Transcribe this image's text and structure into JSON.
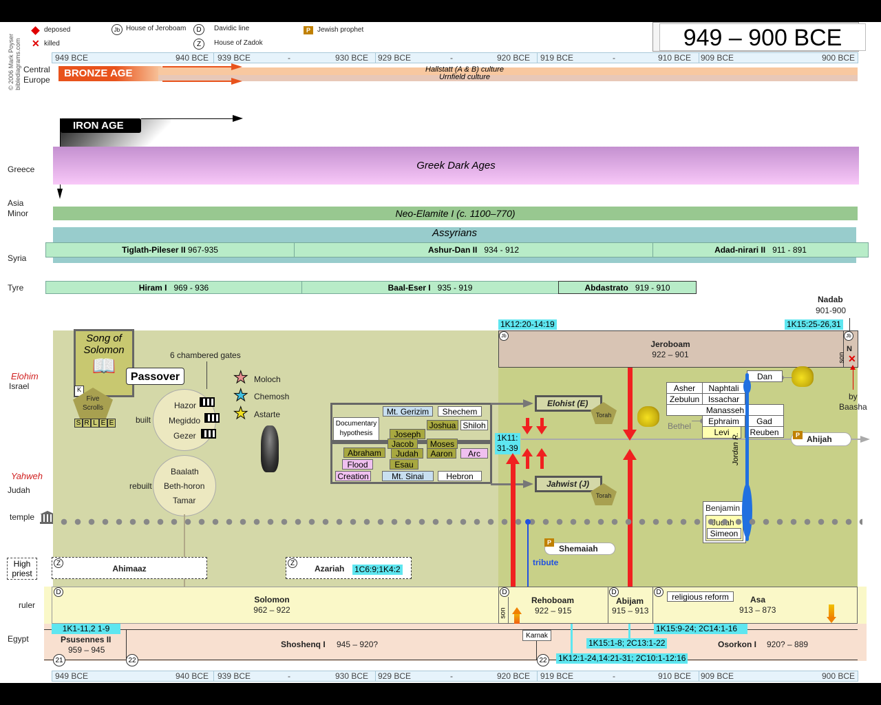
{
  "title": "949 – 900 BCE",
  "credit": {
    "line1": "© 2006 Mark Poyser",
    "line2": "biblediagrams.com"
  },
  "legend": {
    "deposed": "deposed",
    "killed": "killed",
    "jeroboam": "House of Jeroboam",
    "jeroboam_sym": "Jb",
    "davidic": "Davidic line",
    "davidic_sym": "D",
    "zadok": "House of Zadok",
    "zadok_sym": "Z",
    "prophet": "Jewish prophet",
    "prophet_sym": "P"
  },
  "scale": {
    "ticks": [
      "949 BCE",
      "940 BCE",
      "939 BCE",
      "930 BCE",
      "929 BCE",
      "920 BCE",
      "919 BCE",
      "910 BCE",
      "909 BCE",
      "900 BCE"
    ],
    "dashes": [
      "-",
      "-",
      "-",
      "-"
    ]
  },
  "rows": {
    "central_europe_1": "Central",
    "central_europe_2": "Europe",
    "greece": "Greece",
    "asia_minor_1": "Asia",
    "asia_minor_2": "Minor",
    "syria": "Syria",
    "tyre": "Tyre",
    "elohim": "Elohim",
    "israel": "Israel",
    "yahweh": "Yahweh",
    "judah": "Judah",
    "temple": "temple",
    "high_priest_1": "High",
    "high_priest_2": "priest",
    "ruler": "ruler",
    "egypt": "Egypt"
  },
  "ages": {
    "bronze": "BRONZE AGE",
    "iron": "IRON AGE"
  },
  "cultures": {
    "hallstatt": "Hallstatt (A & B) culture",
    "urnfield": "Urnfield culture"
  },
  "greece_bar": "Greek Dark Ages",
  "elam_bar": "Neo-Elamite I (c. 1100–770)",
  "assyria_bar": "Assyrians",
  "assyria_kings": [
    {
      "name": "Tiglath-Pileser II",
      "years": "967-935"
    },
    {
      "name": "Ashur-Dan II",
      "years": "934 - 912"
    },
    {
      "name": "Adad-nirari II",
      "years": "911 - 891"
    }
  ],
  "tyre_kings": [
    {
      "name": "Hiram I",
      "years": "969 - 936"
    },
    {
      "name": "Baal-Eser I",
      "years": "935 - 919"
    },
    {
      "name": "Abdastrato",
      "years": "919 - 910"
    }
  ],
  "israel": {
    "nadab": "Nadab",
    "nadab_years": "901-900",
    "ref_left": "1K12:20-14:19",
    "ref_right": "1K15:25-26,31",
    "jeroboam": "Jeroboam",
    "jeroboam_years": "922 – 901",
    "n": "N",
    "son": "son",
    "by_baasha_1": "by",
    "by_baasha_2": "Baasha",
    "dan": "Dan",
    "bethel": "Bethel",
    "ahijah": "Ahijah",
    "jordan": "Jordan R.",
    "tribes_north": [
      [
        "Asher",
        "Naphtali"
      ],
      [
        "Zebulun",
        "Issachar"
      ],
      [
        "Manasseh"
      ],
      [
        "Ephraim",
        "Gad"
      ],
      [
        "Levi",
        "Reuben"
      ]
    ],
    "tribes_south": [
      "Benjamin",
      "Judah",
      "Simeon"
    ]
  },
  "scripture": {
    "song_1": "Song of",
    "song_2": "Solomon",
    "k": "K",
    "five_scrolls_1": "Five",
    "five_scrolls_2": "Scrolls",
    "scroll_letters": [
      "S",
      "R",
      "L",
      "E",
      "E"
    ],
    "passover": "Passover",
    "gates": "6 chambered gates",
    "built": "built",
    "rebuilt": "rebuilt",
    "built_cities": [
      "Hazor",
      "Megiddo",
      "Gezer"
    ],
    "rebuilt_cities": [
      "Baalath",
      "Beth-horon",
      "Tamar"
    ],
    "gods": [
      "Moloch",
      "Chemosh",
      "Astarte"
    ],
    "doc_hyp_1": "Documentary",
    "doc_hyp_2": "hypothesis",
    "elohist": "Elohist (E)",
    "jahwist": "Jahwist (J)",
    "torah": "Torah",
    "ref_1k11_1": "1K11:",
    "ref_1k11_2": "31-39",
    "stories": {
      "mt_gerizim": "Mt. Gerizim",
      "shechem": "Shechem",
      "joshua": "Joshua",
      "shiloh": "Shiloh",
      "joseph": "Joseph",
      "jacob": "Jacob",
      "moses": "Moses",
      "abraham": "Abraham",
      "judah": "Judah",
      "aaron": "Aaron",
      "arc": "Arc",
      "flood": "Flood",
      "esau": "Esau",
      "creation": "Creation",
      "mt_sinai": "Mt. Sinai",
      "hebron": "Hebron"
    }
  },
  "prophets": {
    "shemaiah": "Shemaiah",
    "tribute": "tribute"
  },
  "priests": {
    "ahimaaz": "Ahimaaz",
    "azariah": "Azariah",
    "azariah_ref": "1C6:9;1K4:2"
  },
  "rulers": {
    "solomon": "Solomon",
    "solomon_years": "962 – 922",
    "rehoboam": "Rehoboam",
    "rehoboam_years": "922 – 915",
    "abijam": "Abijam",
    "abijam_years": "915 – 913",
    "asa": "Asa",
    "asa_years": "913 – 873",
    "son": "son",
    "reform": "religious reform"
  },
  "egypt": {
    "ref_solomon": "1K1-11,2 1-9",
    "ref_asa": "1K15:9-24;   2C14:1-16",
    "ref_abijam": "1K15:1-8;   2C13:1-22",
    "ref_rehoboam": "1K12:1-24,14:21-31; 2C10:1-12:16",
    "psusennes": "Psusennes II",
    "psusennes_years": "959 – 945",
    "shoshenq": "Shoshenq I",
    "shoshenq_years": "945 – 920?",
    "osorkon": "Osorkon I",
    "osorkon_years": "920? – 889",
    "karnak": "Karnak",
    "dyn21": "21",
    "dyn22": "22"
  },
  "colors": {
    "scale": "#e6f3fb",
    "bronze": "#e8531c",
    "hallstatt": "#f8c8a0",
    "urnfield": "#e8c8b8",
    "greece_a": "#c490d0",
    "greece_b": "#f8c8f8",
    "elam": "#98c890",
    "assyria": "#98cccc",
    "kings": "#b8ecc8",
    "olive": "#a8a840",
    "israel_bg": "#d4d8a8",
    "judah_bg": "#c8d088",
    "ruler_bg": "#faf8c8",
    "egypt_bg": "#f8e0d0",
    "cyan": "#5ee6f0",
    "jeroboam_bg": "#d8c4b4"
  }
}
